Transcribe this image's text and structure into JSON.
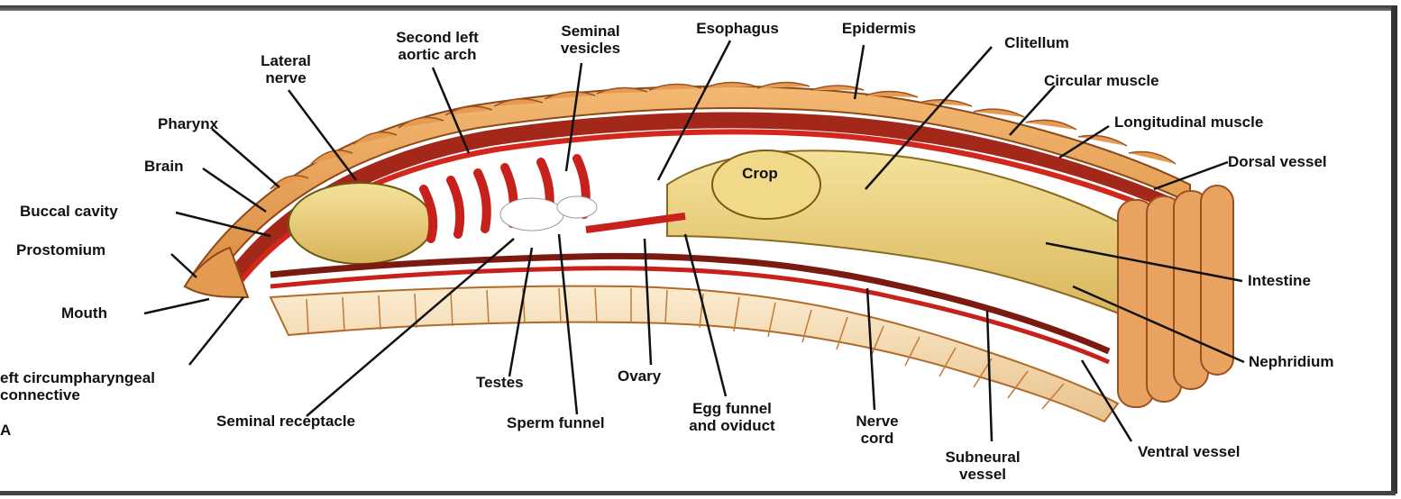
{
  "diagram": {
    "panel_letter": "A",
    "colors": {
      "skin": "#e9a65c",
      "skin_dark": "#c8702c",
      "vessel": "#c0201a",
      "muscle": "#8a1e12",
      "gut": "#e8d27a",
      "pharynx": "#efe58a",
      "ventral": "#f6e2b8"
    },
    "labels": {
      "lateral_nerve": "Lateral\nnerve",
      "second_left_aortic_arch": "Second left\naortic arch",
      "seminal_vesicles": "Seminal\nvesicles",
      "esophagus": "Esophagus",
      "epidermis": "Epidermis",
      "clitellum": "Clitellum",
      "circular_muscle": "Circular muscle",
      "longitudinal_muscle": "Longitudinal muscle",
      "dorsal_vessel": "Dorsal vessel",
      "pharynx": "Pharynx",
      "brain": "Brain",
      "buccal_cavity": "Buccal cavity",
      "prostomium": "Prostomium",
      "mouth": "Mouth",
      "crop": "Crop",
      "intestine": "Intestine",
      "nephridium": "Nephridium",
      "circumpharyngeal": "eft circumpharyngeal\nconnective",
      "seminal_receptacle": "Seminal receptacle",
      "testes": "Testes",
      "sperm_funnel": "Sperm funnel",
      "ovary": "Ovary",
      "egg_funnel": "Egg funnel\nand oviduct",
      "nerve_cord": "Nerve\ncord",
      "subneural_vessel": "Subneural\nvessel",
      "ventral_vessel": "Ventral vessel"
    }
  }
}
